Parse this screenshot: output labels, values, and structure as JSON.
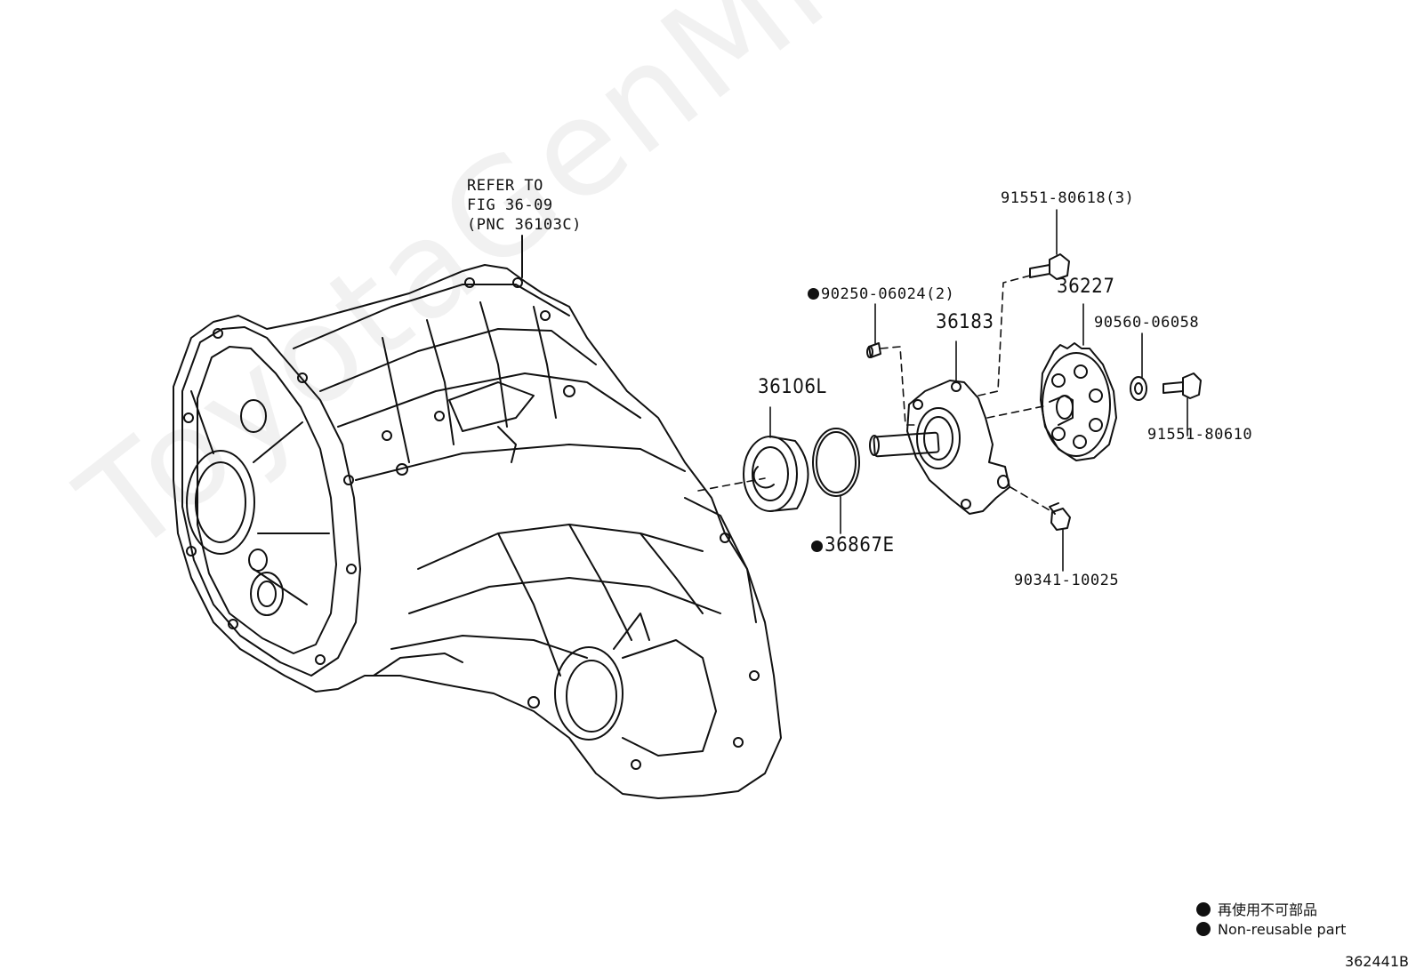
{
  "diagram": {
    "refer_lines": [
      "REFER TO",
      "FIG 36-09",
      "(PNC 36103C)"
    ],
    "parts": [
      {
        "id": "p-91551-80618",
        "label": "91551-80618(3)",
        "nonreusable": false
      },
      {
        "id": "p-90250-06024",
        "label": "90250-06024(2)",
        "nonreusable": true
      },
      {
        "id": "p-36227",
        "label": "36227",
        "nonreusable": false
      },
      {
        "id": "p-36183",
        "label": "36183",
        "nonreusable": false
      },
      {
        "id": "p-90560-06058",
        "label": "90560-06058",
        "nonreusable": false
      },
      {
        "id": "p-36106L",
        "label": "36106L",
        "nonreusable": false
      },
      {
        "id": "p-91551-80610",
        "label": "91551-80610",
        "nonreusable": false
      },
      {
        "id": "p-36867E",
        "label": "36867E",
        "nonreusable": true
      },
      {
        "id": "p-90341-10025",
        "label": "90341-10025",
        "nonreusable": false
      }
    ],
    "legend": [
      {
        "text": "再使用不可部品"
      },
      {
        "text": "Non-reusable part"
      }
    ],
    "watermark": "ToyotaGenMine.ru",
    "figure_code": "362441B"
  }
}
